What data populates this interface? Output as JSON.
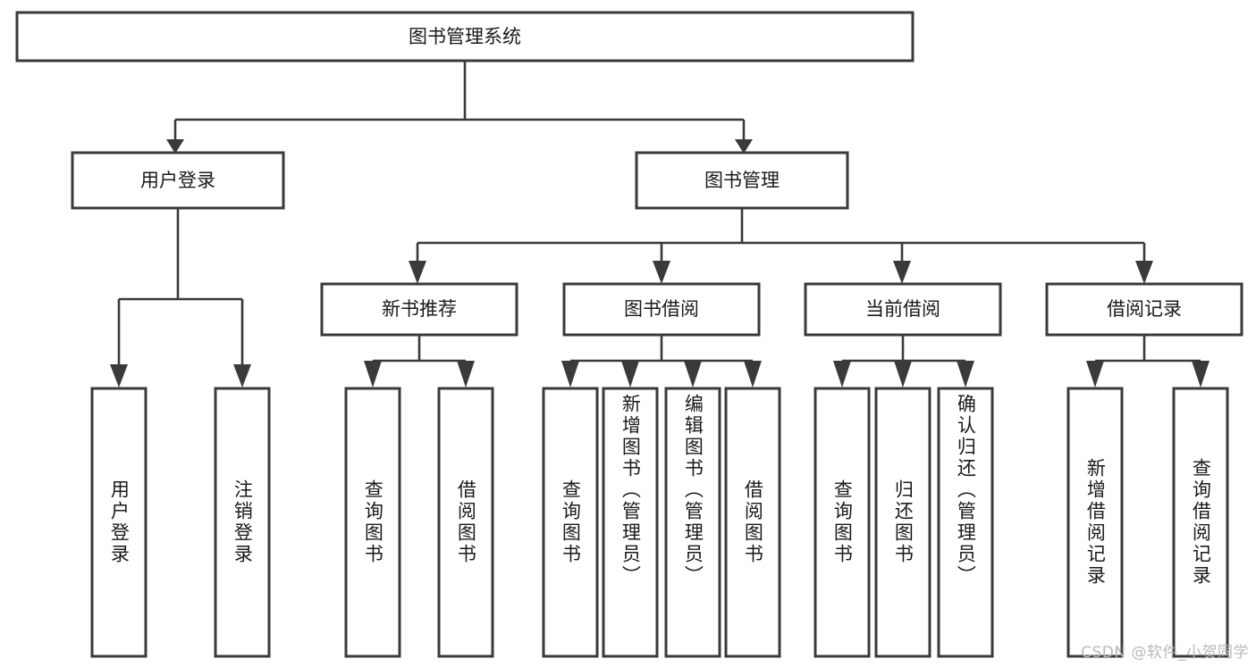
{
  "diagram": {
    "type": "tree-hierarchy",
    "title": "图书管理系统",
    "root": {
      "id": "root",
      "label": "图书管理系统",
      "orientation": "horizontal"
    },
    "level2": [
      {
        "id": "user-login",
        "label": "用户登录",
        "orientation": "horizontal"
      },
      {
        "id": "book-manage",
        "label": "图书管理",
        "orientation": "horizontal"
      }
    ],
    "level3": [
      {
        "id": "new-book-rec",
        "label": "新书推荐",
        "orientation": "horizontal",
        "parent": "book-manage"
      },
      {
        "id": "book-borrow",
        "label": "图书借阅",
        "orientation": "horizontal",
        "parent": "book-manage"
      },
      {
        "id": "current-borrow",
        "label": "当前借阅",
        "orientation": "horizontal",
        "parent": "book-manage"
      },
      {
        "id": "borrow-record",
        "label": "借阅记录",
        "orientation": "horizontal",
        "parent": "book-manage"
      }
    ],
    "leaves": [
      {
        "id": "leaf-user-login",
        "label": "用户登录",
        "orientation": "vertical",
        "parent": "user-login"
      },
      {
        "id": "leaf-user-logout",
        "label": "注销登录",
        "orientation": "vertical",
        "parent": "user-login"
      },
      {
        "id": "leaf-query-book-1",
        "label": "查询图书",
        "orientation": "vertical",
        "parent": "new-book-rec"
      },
      {
        "id": "leaf-borrow-book-1",
        "label": "借阅图书",
        "orientation": "vertical",
        "parent": "new-book-rec"
      },
      {
        "id": "leaf-query-book-2",
        "label": "查询图书",
        "orientation": "vertical",
        "parent": "book-borrow"
      },
      {
        "id": "leaf-add-book",
        "label": "新增图书（管理员）",
        "orientation": "vertical",
        "parent": "book-borrow"
      },
      {
        "id": "leaf-edit-book",
        "label": "编辑图书（管理员）",
        "orientation": "vertical",
        "parent": "book-borrow"
      },
      {
        "id": "leaf-borrow-book-2",
        "label": "借阅图书",
        "orientation": "vertical",
        "parent": "book-borrow"
      },
      {
        "id": "leaf-query-book-3",
        "label": "查询图书",
        "orientation": "vertical",
        "parent": "current-borrow"
      },
      {
        "id": "leaf-return-book",
        "label": "归还图书",
        "orientation": "vertical",
        "parent": "current-borrow"
      },
      {
        "id": "leaf-confirm-return",
        "label": "确认归还（管理员）",
        "orientation": "vertical",
        "parent": "current-borrow"
      },
      {
        "id": "leaf-add-record",
        "label": "新增借阅记录",
        "orientation": "vertical",
        "parent": "borrow-record"
      },
      {
        "id": "leaf-query-record",
        "label": "查询借阅记录",
        "orientation": "vertical",
        "parent": "borrow-record"
      }
    ],
    "colors": {
      "box_stroke": "#3a3a3a",
      "box_fill": "#ffffff",
      "connector": "#3a3a3a",
      "text": "#1a1a1a",
      "background": "#ffffff",
      "watermark": "#b8b8b8"
    }
  },
  "watermark": {
    "text": "CSDN @软件_小贺同学"
  }
}
